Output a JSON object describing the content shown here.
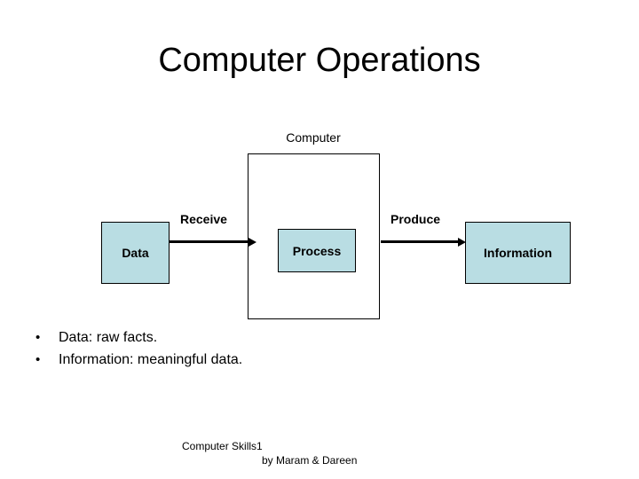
{
  "slide": {
    "title": "Computer Operations",
    "background_color": "#ffffff",
    "text_color": "#000000"
  },
  "diagram": {
    "container_label": "Computer",
    "box_fill_color": "#b9dde3",
    "box_border_color": "#000000",
    "nodes": [
      {
        "id": "data",
        "label": "Data"
      },
      {
        "id": "process",
        "label": "Process"
      },
      {
        "id": "information",
        "label": "Information"
      }
    ],
    "edges": [
      {
        "id": "receive",
        "label": "Receive",
        "from": "data",
        "to": "computer"
      },
      {
        "id": "produce",
        "label": "Produce",
        "from": "computer",
        "to": "information"
      }
    ]
  },
  "bullets": [
    {
      "marker": "•",
      "text": "Data: raw facts."
    },
    {
      "marker": "•",
      "text": "Information: meaningful data."
    }
  ],
  "footer": {
    "line1": "Computer Skills1",
    "line2": "by Maram & Dareen"
  }
}
